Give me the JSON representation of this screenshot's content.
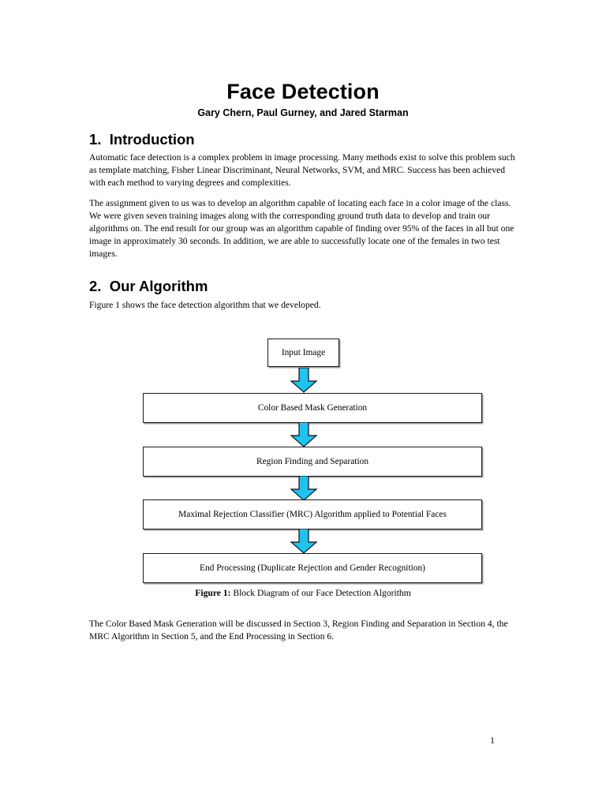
{
  "document": {
    "title": "Face Detection",
    "authors": "Gary Chern, Paul Gurney, and Jared Starman",
    "page_number": "1"
  },
  "sections": [
    {
      "heading": "1.  Introduction",
      "paragraphs": [
        "Automatic face detection is a complex problem in image processing.  Many methods exist to solve this problem such as template matching, Fisher Linear Discriminant, Neural Networks, SVM, and MRC.  Success has been achieved with each method to varying degrees and complexities.",
        "The assignment given to us was to develop an algorithm capable of locating each face in a color image of the class.  We were given seven training images along with the corresponding ground truth data to develop and train our algorithms on.  The end result for our group was an algorithm capable of finding over 95% of the faces in all but one image in approximately 30 seconds.  In addition, we are able to successfully locate one of the females in two test images."
      ]
    },
    {
      "heading": "2.  Our Algorithm",
      "paragraphs": [
        "Figure 1 shows the face detection algorithm that we developed.",
        "The Color Based Mask Generation will be discussed in Section 3, Region Finding and Separation in Section 4, the MRC Algorithm in Section 5, and the End Processing in Section 6."
      ]
    }
  ],
  "figure": {
    "caption_label": "Figure 1:",
    "caption_text": "  Block Diagram of our Face Detection Algorithm",
    "arrow_color": "#1FC3F0",
    "box_border_color": "#1A1A1A",
    "boxes": [
      {
        "id": "input",
        "label": "Input Image"
      },
      {
        "id": "color-mask",
        "label": "Color Based Mask Generation"
      },
      {
        "id": "region",
        "label": "Region Finding and Separation"
      },
      {
        "id": "mrc",
        "label": "Maximal Rejection Classifier (MRC) Algorithm applied to Potential Faces"
      },
      {
        "id": "end",
        "label": "End Processing (Duplicate Rejection and Gender Recognition)"
      }
    ],
    "arrows": [
      {
        "id": "arrow-1",
        "from": "input",
        "to": "color-mask"
      },
      {
        "id": "arrow-2",
        "from": "color-mask",
        "to": "region"
      },
      {
        "id": "arrow-3",
        "from": "region",
        "to": "mrc"
      },
      {
        "id": "arrow-4",
        "from": "mrc",
        "to": "end"
      }
    ]
  }
}
